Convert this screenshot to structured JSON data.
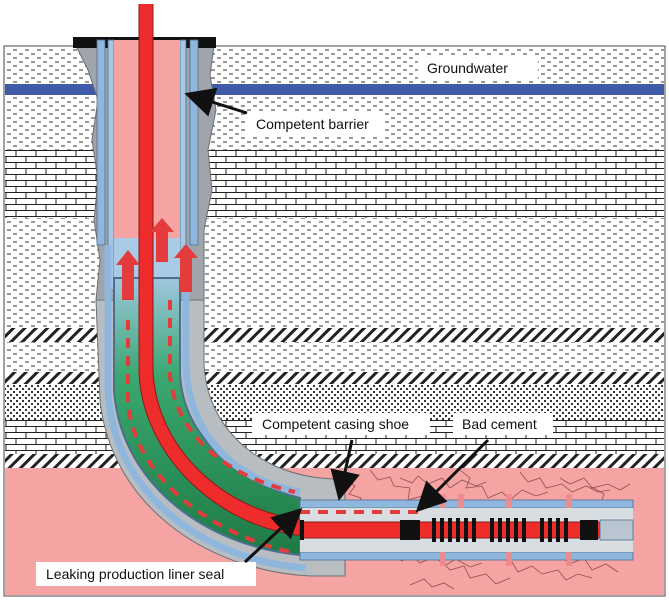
{
  "diagram": {
    "labels": {
      "groundwater": "Groundwater",
      "competent_barrier": "Competent barrier",
      "competent_casing_shoe": "Competent casing shoe",
      "bad_cement": "Bad cement",
      "leaking_liner_seal": "Leaking production liner seal"
    },
    "colors": {
      "pink_zone": "#f5a3a3",
      "groundwater_band": "#3f5aa8",
      "casing_blue": "#8fb7dd",
      "cement_grey": "#9fa5ab",
      "gas_green": "#2f9e5a",
      "tubing_red": "#ee2c2c",
      "flow_arrow": "#e43c3c"
    },
    "icons": [
      "upward-flow-arrow-icon",
      "pointer-arrow-icon"
    ]
  }
}
